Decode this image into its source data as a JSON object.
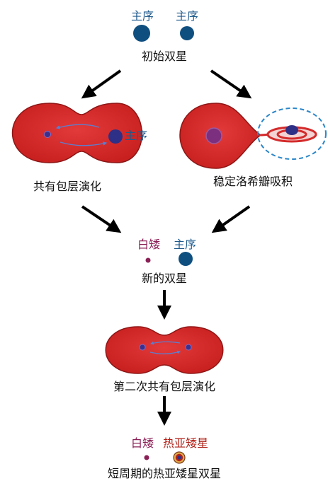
{
  "labels": {
    "ms_left": "主序",
    "ms_right": "主序",
    "initial_binary": "初始双星",
    "ce_ms": "主序",
    "ce_evolution": "共有包层演化",
    "stable_rlof": "稳定洛希瓣吸积",
    "wd": "白矮",
    "ms_new": "主序",
    "new_binary": "新的双星",
    "second_ce": "第二次共有包层演化",
    "wd_final": "白矮",
    "hot_subdwarf": "热亚矮星",
    "final_binary": "短周期的热亚矮星双星"
  },
  "colors": {
    "envelope": "#d42b2b",
    "envelope_edge": "#8e1515",
    "main_sequence_star": "#0f4f80",
    "white_dwarf": "#8a1f55",
    "hot_subdwarf": "#b0231a",
    "orbit_arrow": "#5b7fd0",
    "disk_boundary": "#2b86c8",
    "flow_arrow": "#000000"
  }
}
